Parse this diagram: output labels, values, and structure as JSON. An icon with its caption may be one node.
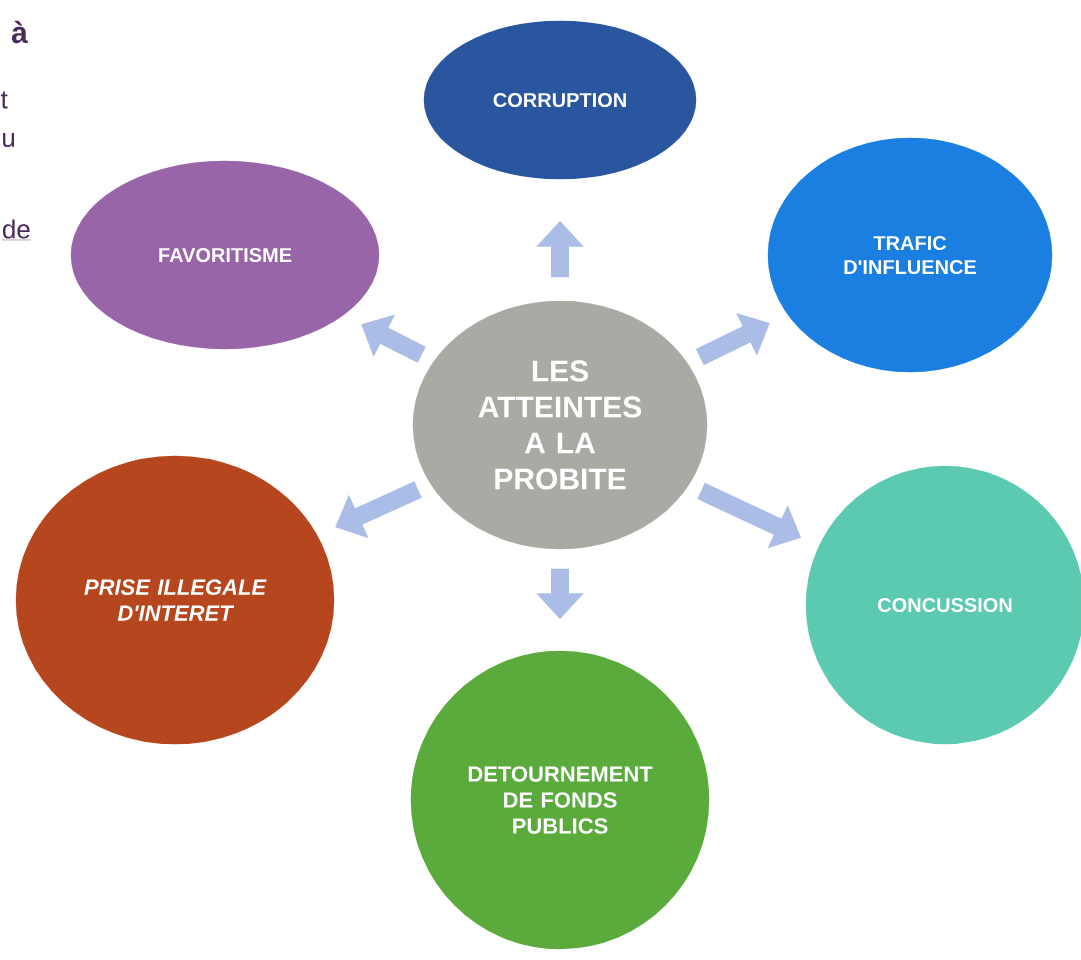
{
  "diagram": {
    "nodes": [
      {
        "text": [
          "LES ATTEINTES A LA PROBITE"
        ]
      },
      {
        "text": [
          "CORRUPTION"
        ]
      },
      {
        "text": [
          "TRAFIC D'INFLUENCE"
        ]
      },
      {
        "text": [
          "CONCUSSION"
        ]
      },
      {
        "text": [
          "DETOURNEMENT DE FONDS PUBLICS"
        ]
      },
      {
        "text": [
          "PRISE ILLEGALE D'INTERET"
        ]
      },
      {
        "text": [
          "FAVORITISME"
        ]
      }
    ],
    "edges": [
      {
        "from": 0,
        "to": 1,
        "arrow": "to"
      },
      {
        "from": 0,
        "to": 2,
        "arrow": "to"
      },
      {
        "from": 0,
        "to": 3,
        "arrow": "to"
      },
      {
        "from": 0,
        "to": 4,
        "arrow": "to"
      },
      {
        "from": 0,
        "to": 5,
        "arrow": "to"
      },
      {
        "from": 0,
        "to": 6,
        "arrow": "to"
      }
    ],
    "labels": [
      "à",
      "t",
      "u",
      "de"
    ]
  }
}
